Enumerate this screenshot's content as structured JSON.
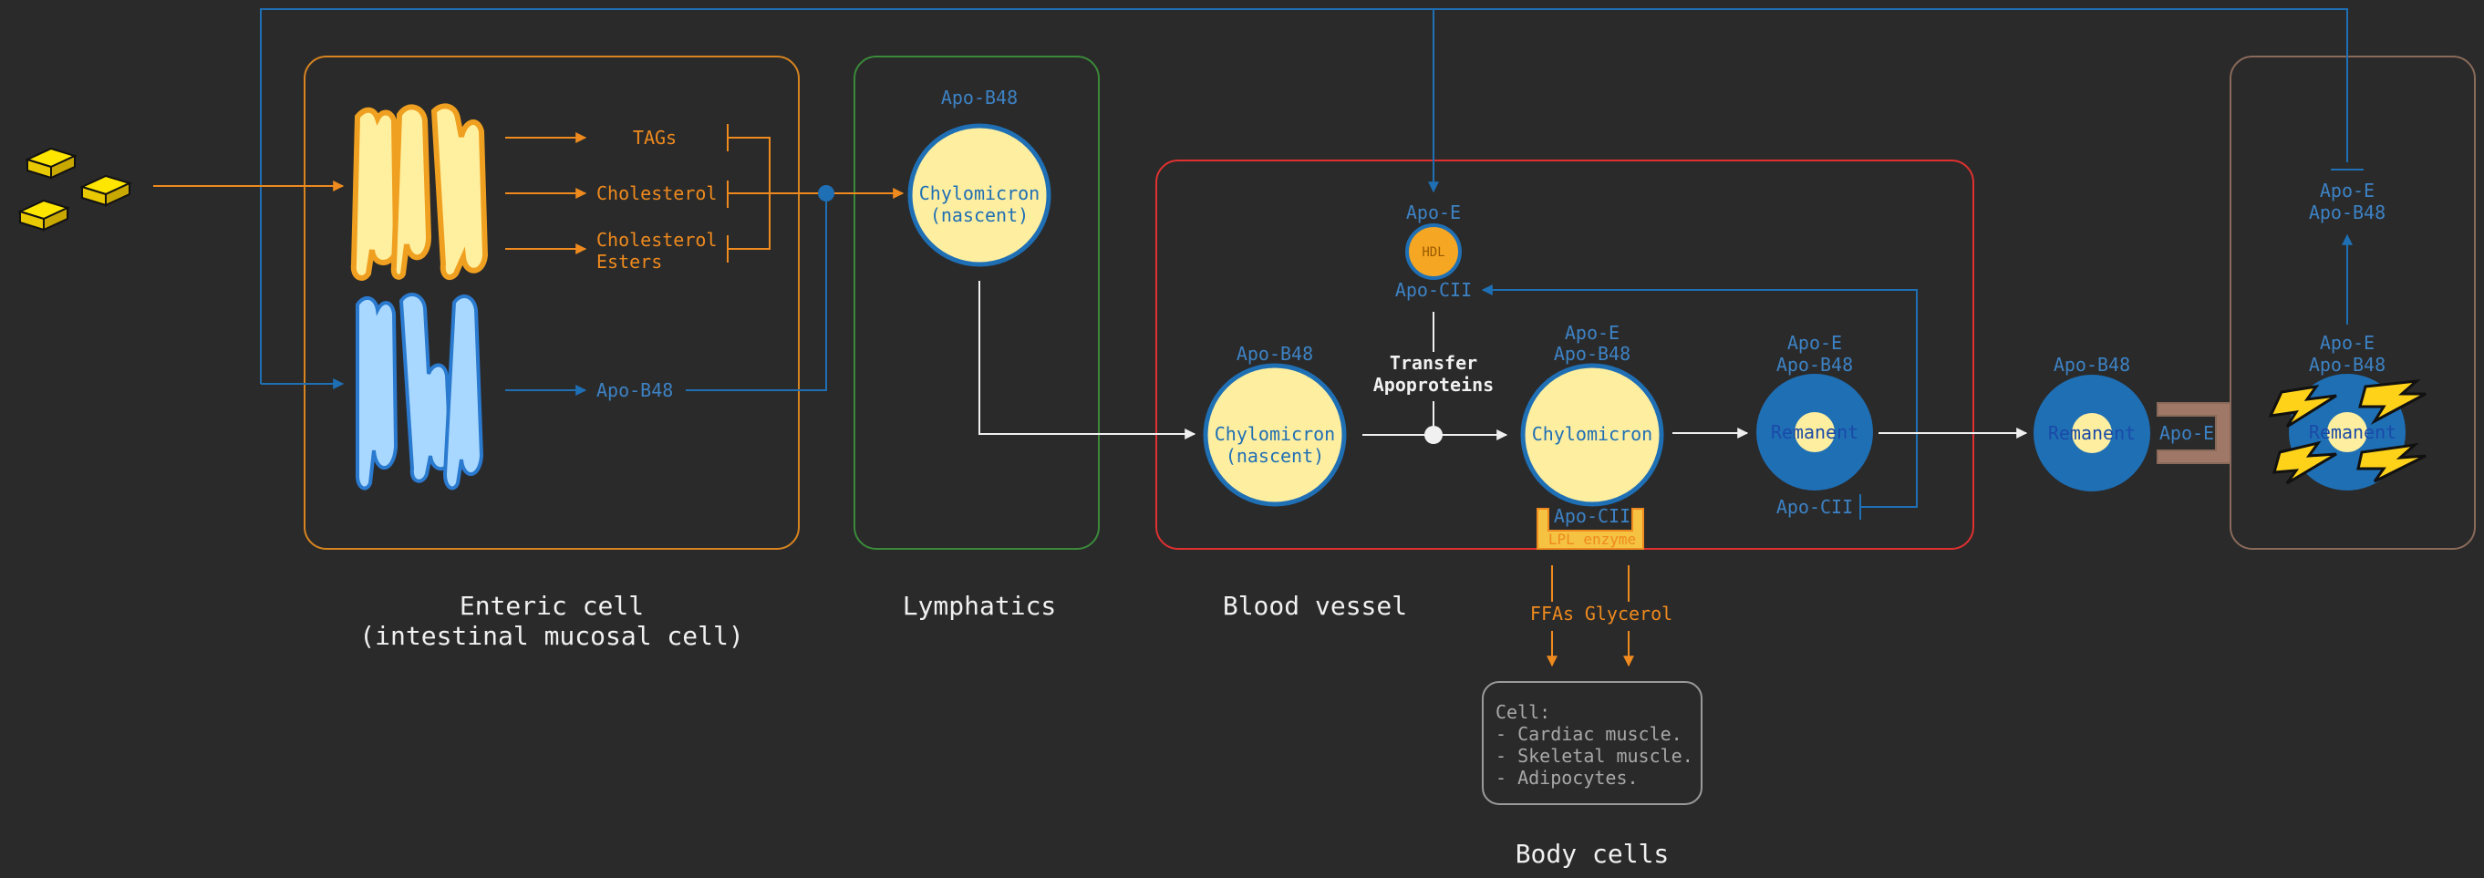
{
  "regions": {
    "enteric_title_1": "Enteric cell",
    "enteric_title_2": "(intestinal mucosal cell)",
    "lymphatics_title": "Lymphatics",
    "blood_title": "Blood vessel",
    "body_cells_title": "Body cells"
  },
  "enteric": {
    "tags": "TAGs",
    "cholesterol": "Cholesterol",
    "chol_esters_1": "Cholesterol",
    "chol_esters_2": "Esters",
    "apo_b48": "Apo-B48"
  },
  "lymphatics": {
    "apo_b48": "Apo-B48",
    "chylo_1": "Chylomicron",
    "chylo_2": "(nascent)"
  },
  "blood": {
    "hdl_apo_e": "Apo-E",
    "hdl_label": "HDL",
    "hdl_apo_cii": "Apo-CII",
    "transfer_1": "Transfer",
    "transfer_2": "Apoproteins",
    "nascent_apo": "Apo-B48",
    "nascent_1": "Chylomicron",
    "nascent_2": "(nascent)",
    "mature_apo_e": "Apo-E",
    "mature_apo_b48": "Apo-B48",
    "mature_label": "Chylomicron",
    "mature_apo_cii": "Apo-CII",
    "lpl": "LPL enzyme",
    "remnant_apo_e": "Apo-E",
    "remnant_apo_b48": "Apo-B48",
    "remnant_label": "Remanent",
    "remnant_apo_cii": "Apo-CII"
  },
  "body": {
    "ffas": "FFAs",
    "glycerol": "Glycerol",
    "cell_line_1": "Cell:",
    "cell_line_2": "- Cardiac muscle.",
    "cell_line_3": "- Skeletal muscle.",
    "cell_line_4": "- Adipocytes."
  },
  "outside": {
    "remnant_apo_b48": "Apo-B48",
    "remnant_label": "Remanent",
    "receptor_apo_e": "Apo-E"
  },
  "liver": {
    "top_apo_e": "Apo-E",
    "top_apo_b48": "Apo-B48",
    "low_apo_e": "Apo-E",
    "low_apo_b48": "Apo-B48",
    "remnant_label": "Remanent"
  },
  "colors": {
    "background": "#2a2a2a",
    "blue": "#1f6fb5",
    "orange": "#ee8a1e",
    "yellow_fill": "#fdeea0",
    "blood_border": "#e03030",
    "lymph_border": "#3a8a3a",
    "enteric_border": "#d88420",
    "liver_border": "#8a6a5a"
  }
}
